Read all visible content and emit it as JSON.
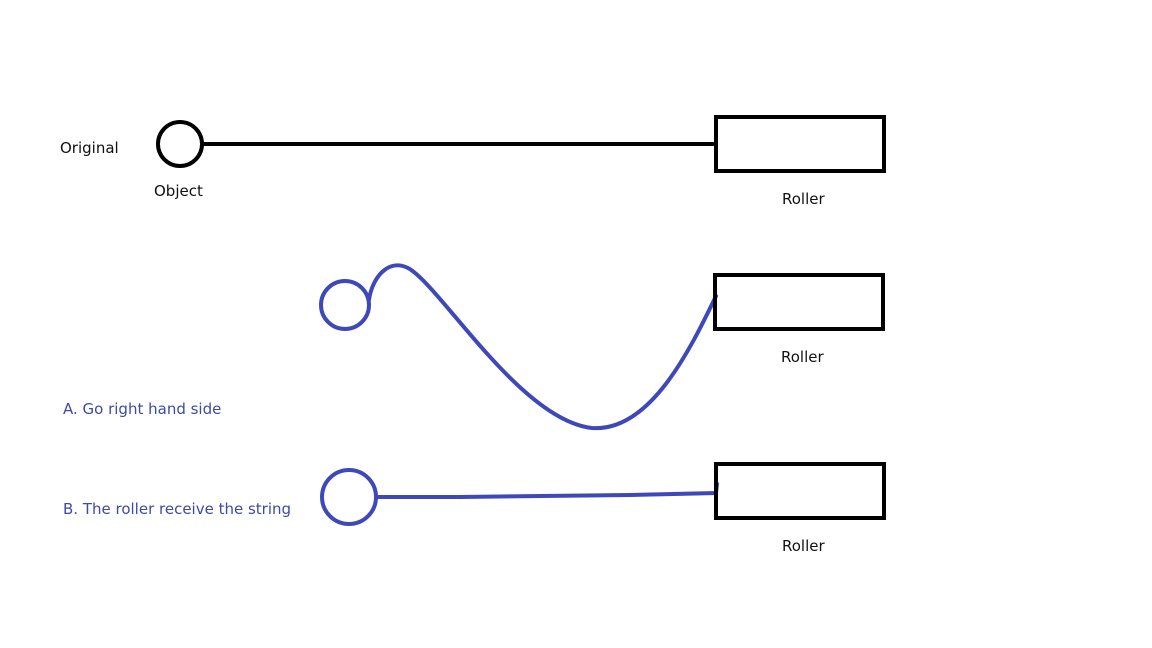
{
  "labels": {
    "original": "Original",
    "object": "Object",
    "roller_1": "Roller",
    "roller_2": "Roller",
    "roller_3": "Roller",
    "option_a": "A. Go right hand side",
    "option_b": "B. The roller receive the string"
  },
  "colors": {
    "original_stroke": "#000000",
    "option_stroke": "#3f48b8",
    "option_text": "#3d4aa6",
    "background": "#ffffff"
  }
}
